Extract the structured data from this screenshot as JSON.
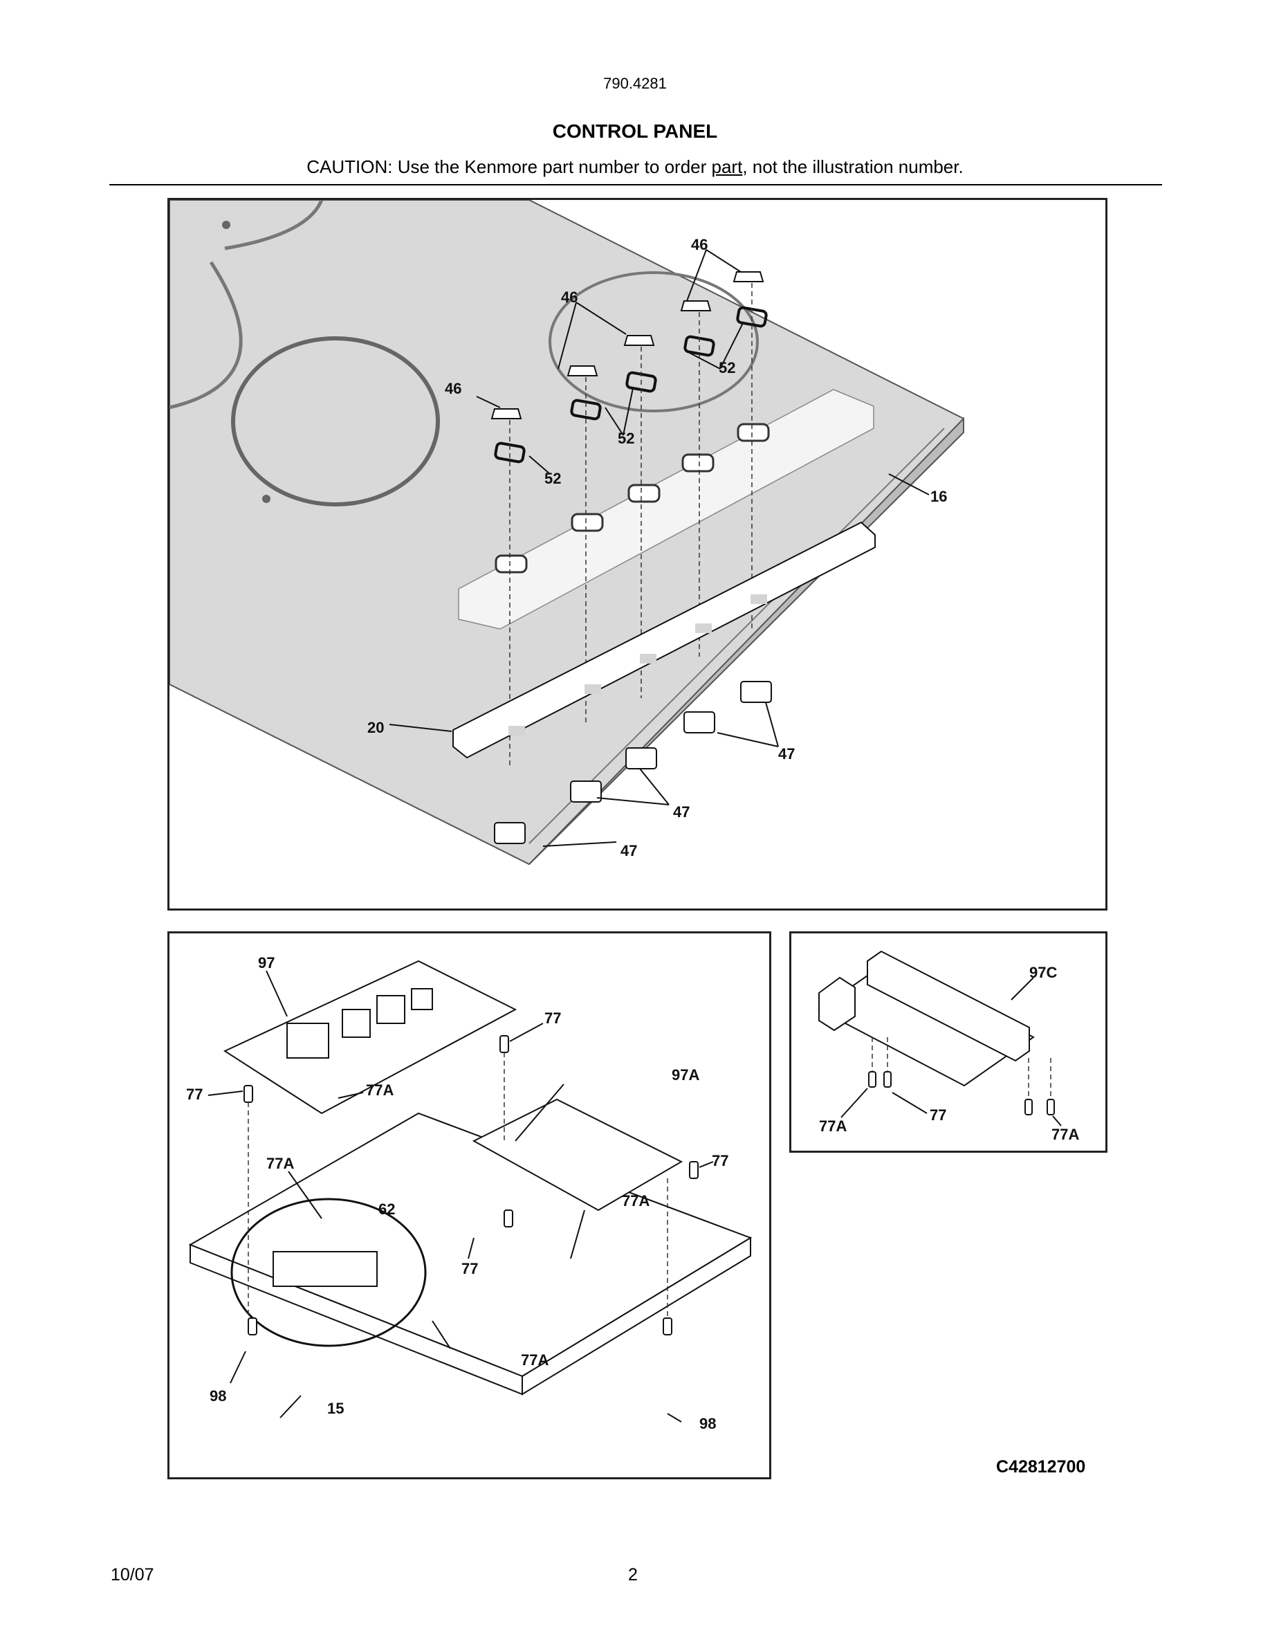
{
  "header": {
    "model": "790.4281",
    "title": "CONTROL PANEL",
    "caution_prefix": "CAUTION: Use the Kenmore part number to order ",
    "caution_underlined": "part",
    "caution_suffix": ", not the illustration number."
  },
  "top_panel": {
    "labels": {
      "l46a": "46",
      "l46b": "46",
      "l46c": "46",
      "l52a": "52",
      "l52b": "52",
      "l52c": "52",
      "l16": "16",
      "l20": "20",
      "l47a": "47",
      "l47b": "47",
      "l47c": "47"
    }
  },
  "bottom_left_panel": {
    "labels": {
      "l97": "97",
      "l77a": "77",
      "l77b": "77",
      "l77c": "77",
      "l77d": "77",
      "l77Aa": "77A",
      "l77Ab": "77A",
      "l77Ac": "77A",
      "l77Ad": "77A",
      "l97A": "97A",
      "l62": "62",
      "l98a": "98",
      "l98b": "98",
      "l15": "15"
    }
  },
  "bottom_right_panel": {
    "labels": {
      "l97C": "97C",
      "l77Aa": "77A",
      "l77": "77",
      "l77Ab": "77A"
    }
  },
  "footer": {
    "code": "C42812700",
    "date": "10/07",
    "page": "2"
  }
}
